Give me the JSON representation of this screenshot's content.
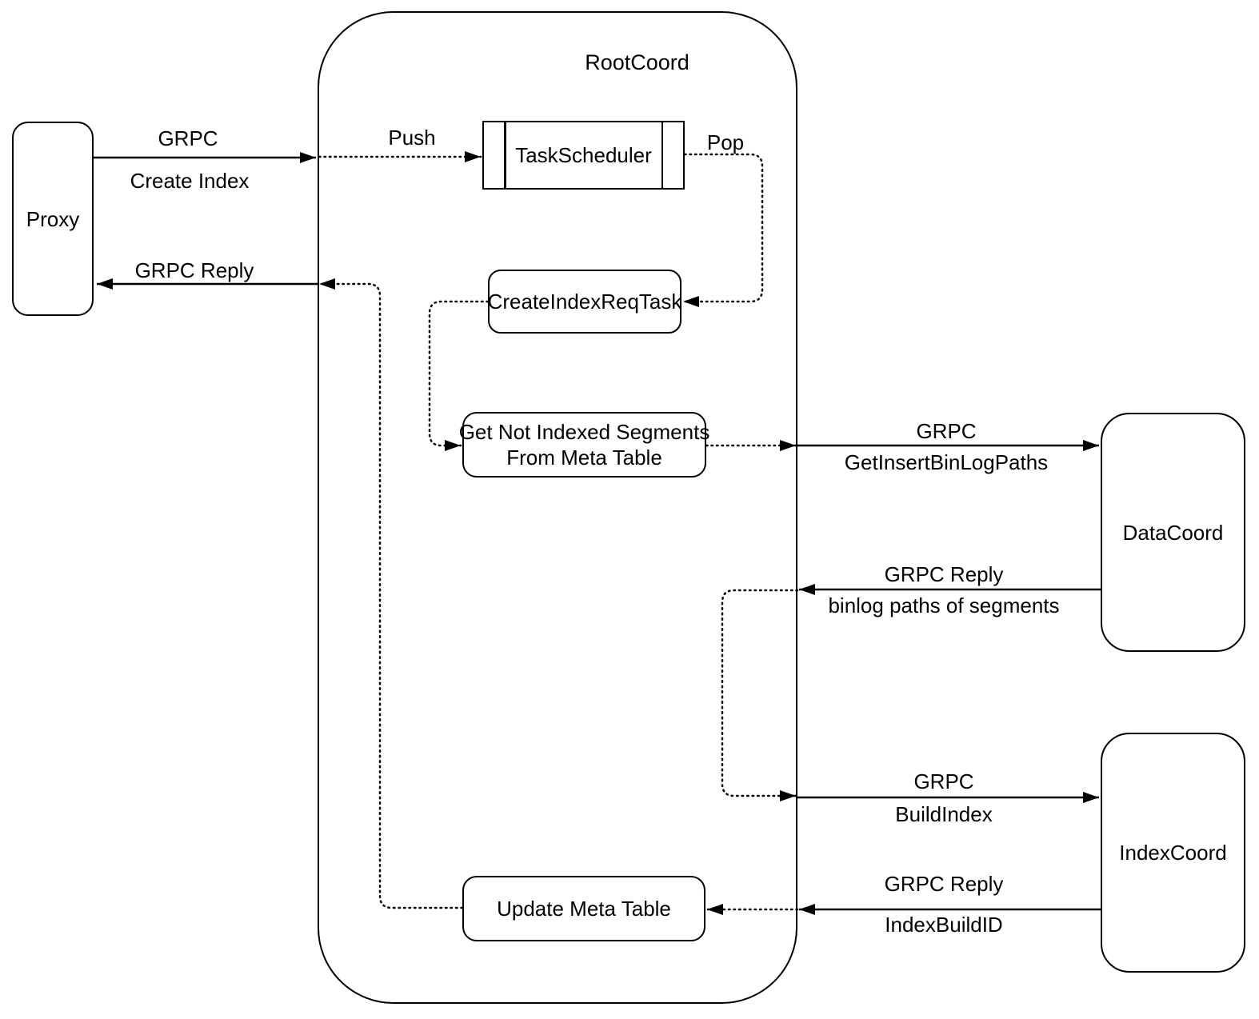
{
  "diagram": {
    "container": {
      "title": "RootCoord"
    },
    "nodes": {
      "proxy": {
        "label": "Proxy"
      },
      "task_scheduler": {
        "label": "TaskScheduler"
      },
      "create_index_req_task": {
        "label": "CreateIndexReqTask"
      },
      "get_not_indexed": {
        "line1": "Get Not Indexed Segments",
        "line2": "From Meta Table"
      },
      "update_meta_table": {
        "label": "Update Meta Table"
      },
      "data_coord": {
        "label": "DataCoord"
      },
      "index_coord": {
        "label": "IndexCoord"
      }
    },
    "edge_labels": {
      "grpc_create": "GRPC",
      "create_index": "Create Index",
      "grpc_reply_proxy": "GRPC Reply",
      "push": "Push",
      "pop": "Pop",
      "grpc_data": "GRPC",
      "get_insert_binlog_paths": "GetInsertBinLogPaths",
      "grpc_reply_data": "GRPC Reply",
      "binlog_paths_of_segments": "binlog paths of segments",
      "grpc_index": "GRPC",
      "build_index": "BuildIndex",
      "grpc_reply_index": "GRPC Reply",
      "index_build_id": "IndexBuildID"
    },
    "colors": {
      "stroke": "#000000",
      "background": "#ffffff"
    }
  }
}
